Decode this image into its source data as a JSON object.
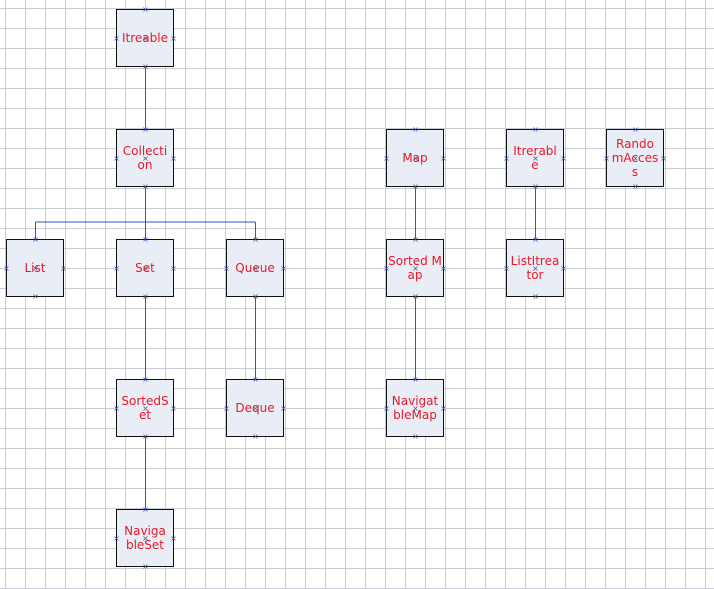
{
  "colors": {
    "canvas_background": "#ffffff",
    "grid_line": "#c8cdd3",
    "node_fill": "#e9eef6",
    "node_border": "#111111",
    "label_text": "#e8182c",
    "connector": "#3b55b0"
  },
  "diagram": {
    "nodes": [
      {
        "id": "itreable",
        "label": "Itreable"
      },
      {
        "id": "collection",
        "label": "Collection"
      },
      {
        "id": "list",
        "label": "List"
      },
      {
        "id": "set",
        "label": "Set"
      },
      {
        "id": "queue",
        "label": "Queue"
      },
      {
        "id": "sortedset",
        "label": "SortedSet"
      },
      {
        "id": "deque",
        "label": "Deque"
      },
      {
        "id": "navigableset",
        "label": "NavigableSet"
      },
      {
        "id": "map",
        "label": "Map"
      },
      {
        "id": "sortedmap",
        "label": "Sorted Map"
      },
      {
        "id": "navigatblemap",
        "label": "NavigatbleMap"
      },
      {
        "id": "itrerable",
        "label": "Itrerable"
      },
      {
        "id": "listitreator",
        "label": "ListItreator"
      },
      {
        "id": "randomaccess",
        "label": "RandomAccess"
      }
    ],
    "edges": [
      {
        "from": "itreable",
        "to": "collection"
      },
      {
        "from": "collection",
        "to": "list"
      },
      {
        "from": "collection",
        "to": "set"
      },
      {
        "from": "collection",
        "to": "queue"
      },
      {
        "from": "set",
        "to": "sortedset"
      },
      {
        "from": "sortedset",
        "to": "navigableset"
      },
      {
        "from": "queue",
        "to": "deque"
      },
      {
        "from": "map",
        "to": "sortedmap"
      },
      {
        "from": "sortedmap",
        "to": "navigatblemap"
      },
      {
        "from": "itrerable",
        "to": "listitreator"
      }
    ],
    "port_glyph": "×"
  }
}
